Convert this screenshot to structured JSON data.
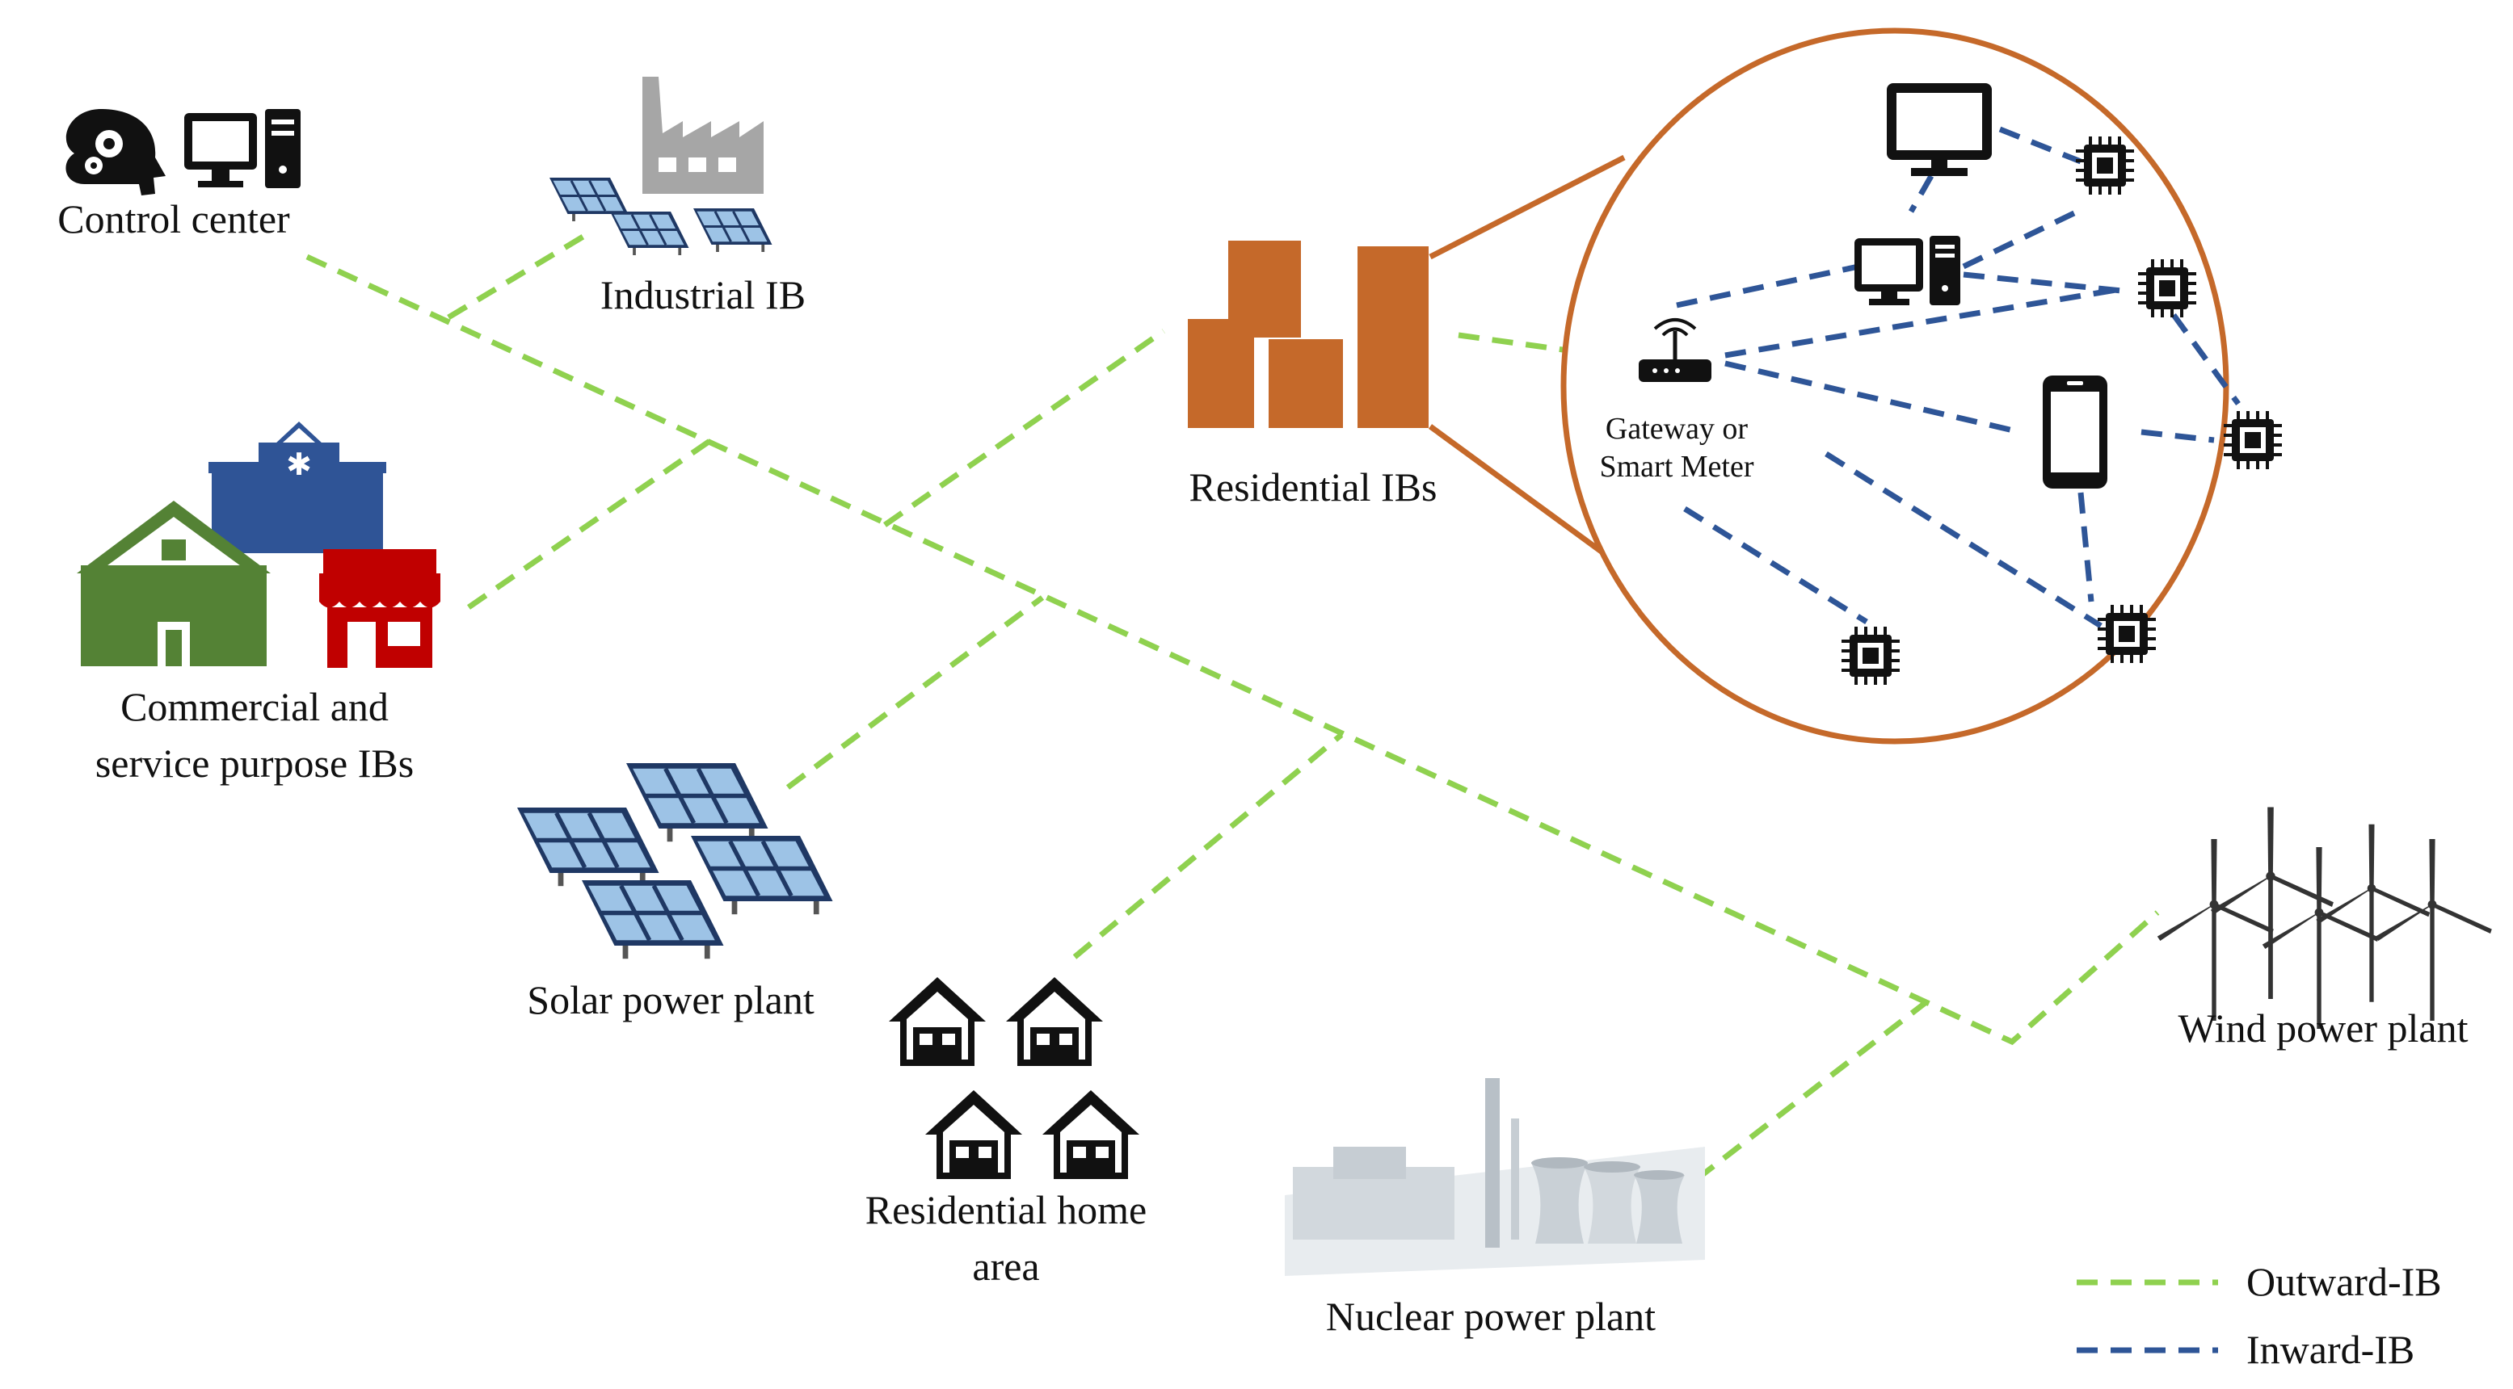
{
  "colors": {
    "outward": "#8fd14f",
    "inward": "#2e5597",
    "orange": "#c5692a",
    "green": "#548235",
    "blue": "#2f5496",
    "red": "#c00000",
    "black": "#111111",
    "gray": "#a6a6a6"
  },
  "nodes": {
    "control_center": "Control center",
    "industrial": "Industrial IB",
    "residential_ibs": "Residential IBs",
    "commercial_line1": "Commercial and",
    "commercial_line2": "service purpose IBs",
    "solar": "Solar power plant",
    "residential_home_line1": "Residential home",
    "residential_home_line2": "area",
    "nuclear": "Nuclear power plant",
    "wind": "Wind power plant",
    "gateway_line1": "Gateway or",
    "gateway_line2": "Smart Meter"
  },
  "legend": {
    "outward": "Outward-IB",
    "inward": "Inward-IB"
  },
  "icons": [
    "brain-gears-icon",
    "computer-icon",
    "factory-icon",
    "solar-panel-icon",
    "office-buildings-icon",
    "hospital-icon",
    "school-icon",
    "shop-icon",
    "house-icon",
    "nuclear-plant-icon",
    "wind-turbine-icon",
    "router-icon",
    "monitor-icon",
    "smartphone-icon",
    "chip-icon"
  ]
}
